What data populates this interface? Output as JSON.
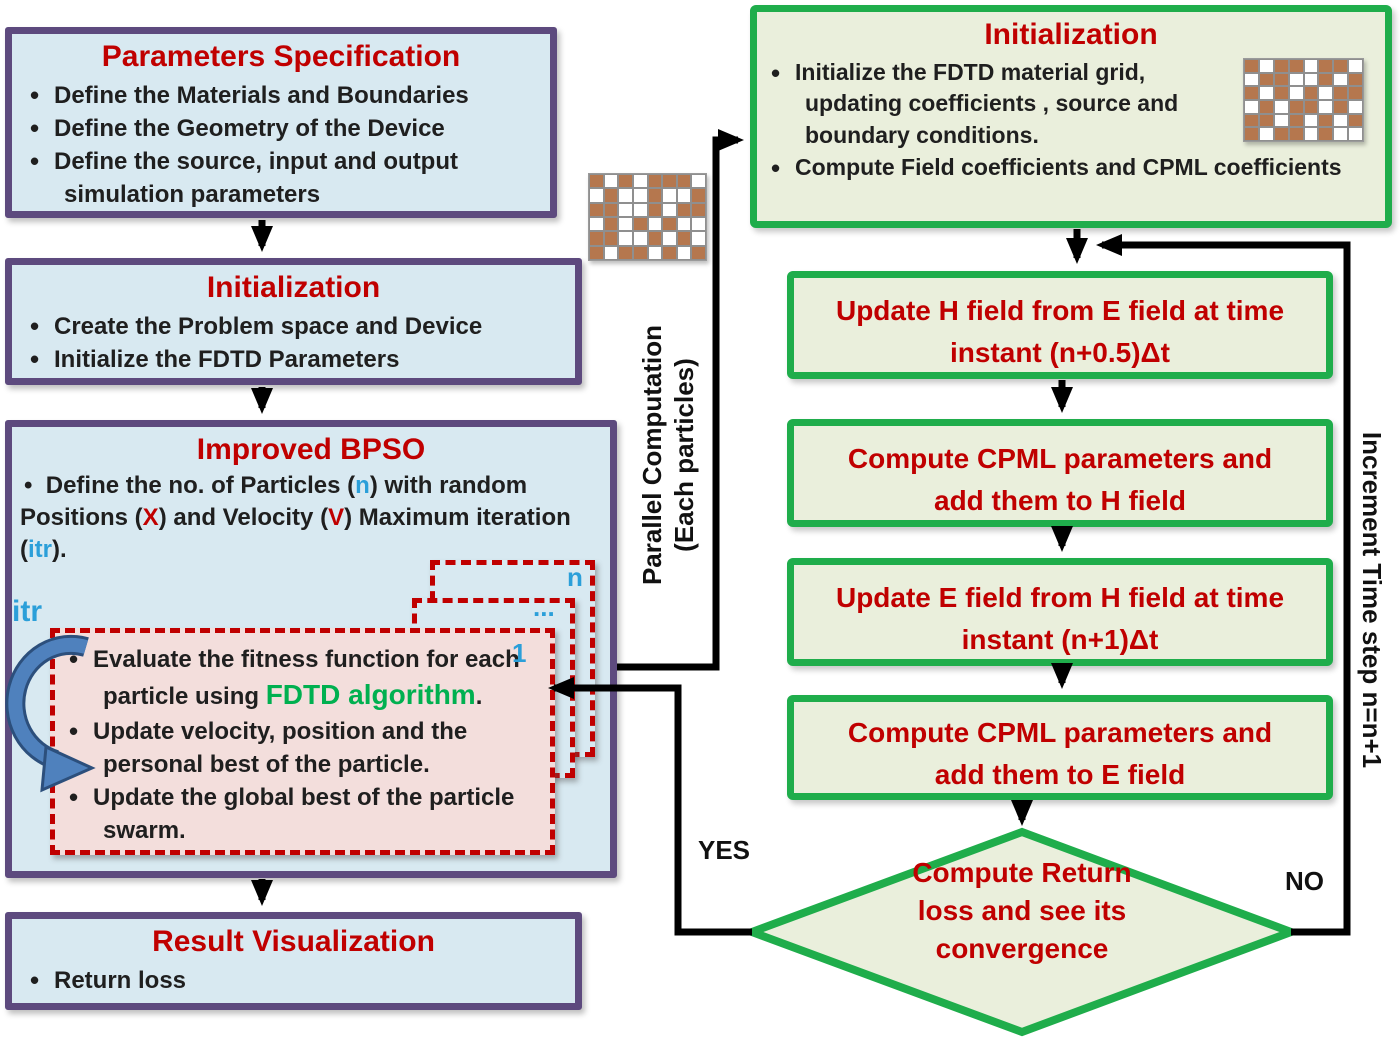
{
  "colors": {
    "purple_border": "#5d4a7e",
    "green_border": "#1fad4b",
    "left_fill": "#d8e9f1",
    "right_fill": "#eaefdc",
    "pink_fill": "#f3dedc",
    "red_text": "#c00000",
    "blue_accent": "#2b9fd9",
    "green_text": "#00b050",
    "grid_brown": "#b5774e"
  },
  "left": {
    "params_box": {
      "title": "Parameters Specification",
      "b1": "Define the Materials and Boundaries",
      "b2": "Define the Geometry of the Device",
      "b3a": "Define the source, input and output",
      "b3b": "simulation parameters"
    },
    "init_box": {
      "title": "Initialization",
      "b1": "Create the Problem space and Device",
      "b2": "Initialize the FDTD Parameters"
    },
    "bpso_box": {
      "title": "Improved BPSO",
      "intro": {
        "l1a": "Define the no. of Particles (",
        "n": "n",
        "l1b": ") with random",
        "l2a": "Positions (",
        "x": "X",
        "l2b": ") and Velocity (",
        "v": "V",
        "l2c": ") Maximum iteration",
        "l3a": "(",
        "itr": "itr",
        "l3b": ")."
      },
      "itr_label": "itr",
      "stack": {
        "n": "n",
        "dots": "...",
        "one": "1"
      },
      "inner": {
        "b1a": "Evaluate the fitness function for each",
        "b1b": "particle using ",
        "b1c": "FDTD algorithm",
        "b1d": ".",
        "b2a": "Update velocity, position and the",
        "b2b": "personal best of the particle.",
        "b3a": "Update the global best of the particle",
        "b3b": "swarm."
      }
    },
    "result_box": {
      "title": "Result Visualization",
      "b1": "Return loss"
    }
  },
  "middle": {
    "parallel_l1": "Parallel Computation",
    "parallel_l2": "(Each particles)"
  },
  "right": {
    "init_box": {
      "title": "Initialization",
      "b1a": "Initialize the FDTD material grid,",
      "b1b": "updating coefficients , source and",
      "b1c": "boundary conditions.",
      "b2": "Compute Field coefficients and CPML coefficients"
    },
    "update_h": {
      "l1": "Update H field from E field at time",
      "l2": "instant (n+0.5)Δt"
    },
    "cpml_h": {
      "l1": "Compute CPML parameters and",
      "l2": "add them to H field"
    },
    "update_e": {
      "l1": "Update E field from H field at time",
      "l2": "instant (n+1)Δt"
    },
    "cpml_e": {
      "l1": "Compute CPML parameters and",
      "l2": "add them to E field"
    },
    "diamond": {
      "l1": "Compute Return",
      "l2": "loss and see its",
      "l3": "convergence"
    },
    "labels": {
      "yes": "YES",
      "no": "NO",
      "increment": "Increment Time step n=n+1"
    }
  },
  "grids": {
    "left_pattern": [
      "BWBWBBBW",
      "WBWWBWWB",
      "BBWWBWBB",
      "WBWBWBWW",
      "BBWWBWBW",
      "BWBBWBWB"
    ],
    "right_pattern": [
      "BWBBWBBW",
      "WBBWWBWB",
      "BWBWBWBB",
      "WBWBBWBW",
      "BBWBWBWB",
      "BWBBWBWW"
    ]
  }
}
